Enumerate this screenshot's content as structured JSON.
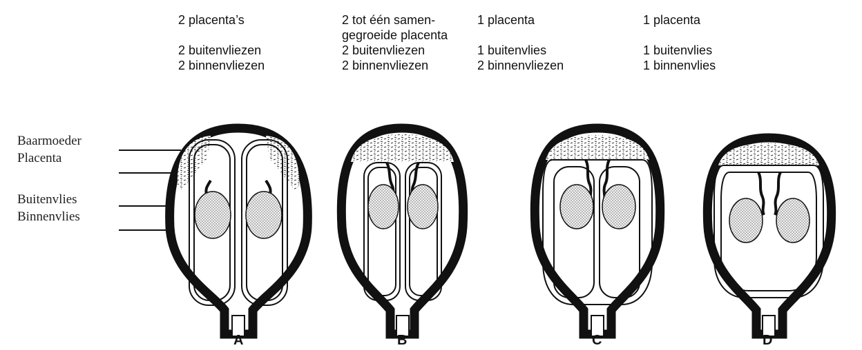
{
  "columns": [
    {
      "placenta": "2 placenta’s",
      "placenta2": "",
      "buitenvlies": "2 buitenvliezen",
      "binnenvlies": "2 binnenvliezen"
    },
    {
      "placenta": "2 tot één samen-",
      "placenta2": "gegroeide placenta",
      "buitenvlies": "2 buitenvliezen",
      "binnenvlies": "2 binnenvliezen"
    },
    {
      "placenta": "1 placenta",
      "placenta2": "",
      "buitenvlies": "1 buitenvlies",
      "binnenvlies": "2 binnenvliezen"
    },
    {
      "placenta": "1 placenta",
      "placenta2": "",
      "buitenvlies": "1 buitenvlies",
      "binnenvlies": "1 binnenvlies"
    }
  ],
  "labels": {
    "baarmoeder": "Baarmoeder",
    "placenta": "Placenta",
    "buitenvlies": "Buitenvlies",
    "binnenvlies": "Binnenvlies"
  },
  "figures": [
    "A",
    "B",
    "C",
    "D"
  ]
}
